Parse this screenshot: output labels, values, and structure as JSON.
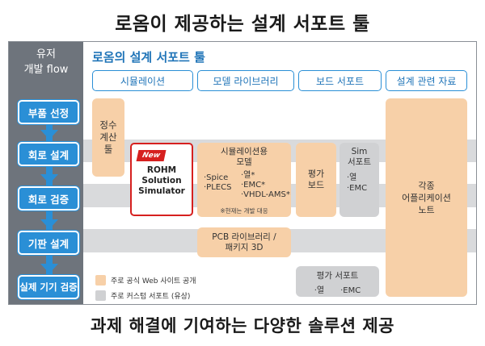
{
  "title": "로옴이 제공하는 설계 서포트 툴",
  "subtitle": "과제 해결에 기여하는 다양한 솔루션 제공",
  "left_header": "유저\n개발 flow",
  "section_title": "로옴의 설계 서포트 툴",
  "tabs": [
    "시뮬레이션",
    "모델 라이브러리",
    "보드 서포트",
    "설계 관련 자료"
  ],
  "steps": [
    "부품 선정",
    "회로 설계",
    "회로 검증",
    "기판 설계",
    "실제 기기 검증"
  ],
  "boxes": {
    "constant_tool": "정수\n계산\n툴",
    "simulator": {
      "badge": "New",
      "name": "ROHM\nSolution\nSimulator"
    },
    "sim_model": {
      "title": "시뮬레이션용\n모델",
      "items_left": "·Spice\n·PLECS",
      "items_right": "·열*\n·EMC*\n·VHDL-AMS*",
      "note": "※현재는 개발 대응"
    },
    "eval_board": "평가\n보드",
    "sim_support": {
      "title": "Sim\n서포트",
      "items": "·열\n·EMC"
    },
    "app_notes": "각종\n어플리케이션\n노트",
    "pcb_library": "PCB 라이브러리 /\n패키지 3D",
    "eval_support": {
      "title": "평가 서포트",
      "items": "·열　　·EMC"
    }
  },
  "legend": [
    {
      "label": "주로 공식 Web 사이트 공개",
      "color": "#f7d0a8"
    },
    {
      "label": "주로 커스텀 서포트 (유상)",
      "color": "#d9dadc"
    }
  ],
  "colors": {
    "accent": "#2a8fd6",
    "peach": "#f7d0a8",
    "gray": "#d9dadc",
    "left_column": "#6e747c",
    "new_badge": "#d6201f"
  }
}
